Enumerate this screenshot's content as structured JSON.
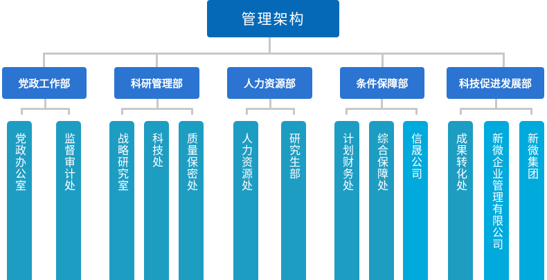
{
  "root": "管理架构",
  "departments": [
    {
      "name": "党政工作部",
      "children": [
        "党政办公室",
        "监督审计处"
      ]
    },
    {
      "name": "科研管理部",
      "children": [
        "战略研究室",
        "科技处",
        "质量保密处"
      ]
    },
    {
      "name": "人力资源部",
      "children": [
        "人力资源处",
        "研究生部"
      ]
    },
    {
      "name": "条件保障部",
      "children": [
        "计划财务处",
        "综合保障处",
        "信晟公司"
      ]
    },
    {
      "name": "科技促进发展部",
      "children": [
        "成果转化处",
        "新微企业管理有限公司",
        "新微集团"
      ]
    }
  ],
  "colors": {
    "root": "#0569b7",
    "department": "#2b74d1",
    "office": "#1e9dc3",
    "company": "#00aadc",
    "connector": "#c8c8c8"
  }
}
